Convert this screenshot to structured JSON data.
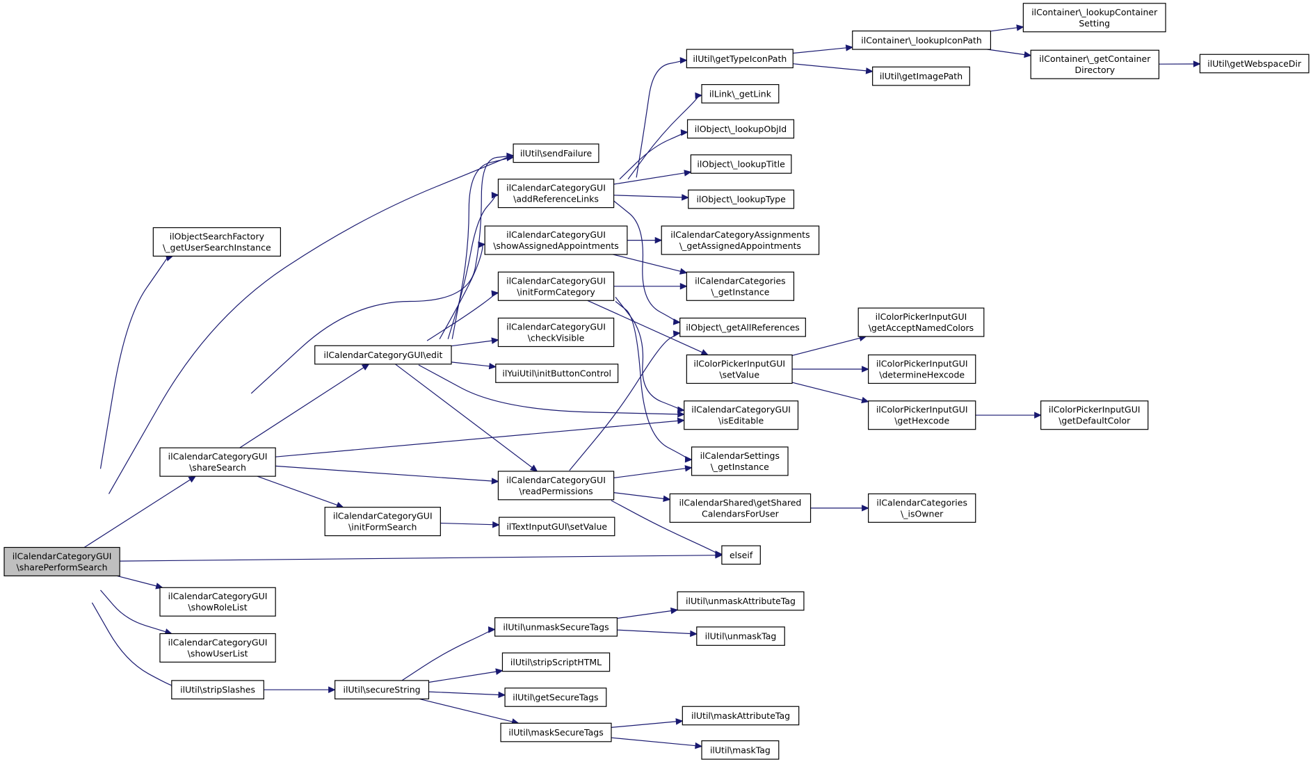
{
  "graph": {
    "nodes": [
      {
        "id": "root",
        "lines": [
          "ilCalendarCategoryGUI",
          "\\sharePerformSearch"
        ]
      },
      {
        "id": "getUserSearchInstance",
        "lines": [
          "ilObjectSearchFactory",
          "\\_getUserSearchInstance"
        ]
      },
      {
        "id": "sendFailure",
        "lines": [
          "ilUtil\\sendFailure"
        ]
      },
      {
        "id": "shareSearch",
        "lines": [
          "ilCalendarCategoryGUI",
          "\\shareSearch"
        ]
      },
      {
        "id": "edit",
        "lines": [
          "ilCalendarCategoryGUI\\edit"
        ]
      },
      {
        "id": "addReferenceLinks",
        "lines": [
          "ilCalendarCategoryGUI",
          "\\addReferenceLinks"
        ]
      },
      {
        "id": "showAssignedAppointments",
        "lines": [
          "ilCalendarCategoryGUI",
          "\\showAssignedAppointments"
        ]
      },
      {
        "id": "initFormCategory",
        "lines": [
          "ilCalendarCategoryGUI",
          "\\initFormCategory"
        ]
      },
      {
        "id": "checkVisible",
        "lines": [
          "ilCalendarCategoryGUI",
          "\\checkVisible"
        ]
      },
      {
        "id": "initButtonControl",
        "lines": [
          "ilYuiUtil\\initButtonControl"
        ]
      },
      {
        "id": "readPermissions",
        "lines": [
          "ilCalendarCategoryGUI",
          "\\readPermissions"
        ]
      },
      {
        "id": "initFormSearch",
        "lines": [
          "ilCalendarCategoryGUI",
          "\\initFormSearch"
        ]
      },
      {
        "id": "textSetValue",
        "lines": [
          "ilTextInputGUI\\setValue"
        ]
      },
      {
        "id": "elseif",
        "lines": [
          "elseif"
        ]
      },
      {
        "id": "showRoleList",
        "lines": [
          "ilCalendarCategoryGUI",
          "\\showRoleList"
        ]
      },
      {
        "id": "showUserList",
        "lines": [
          "ilCalendarCategoryGUI",
          "\\showUserList"
        ]
      },
      {
        "id": "stripSlashes",
        "lines": [
          "ilUtil\\stripSlashes"
        ]
      },
      {
        "id": "secureString",
        "lines": [
          "ilUtil\\secureString"
        ]
      },
      {
        "id": "unmaskSecureTags",
        "lines": [
          "ilUtil\\unmaskSecureTags"
        ]
      },
      {
        "id": "stripScriptHTML",
        "lines": [
          "ilUtil\\stripScriptHTML"
        ]
      },
      {
        "id": "getSecureTags",
        "lines": [
          "ilUtil\\getSecureTags"
        ]
      },
      {
        "id": "maskSecureTags",
        "lines": [
          "ilUtil\\maskSecureTags"
        ]
      },
      {
        "id": "unmaskAttributeTag",
        "lines": [
          "ilUtil\\unmaskAttributeTag"
        ]
      },
      {
        "id": "unmaskTag",
        "lines": [
          "ilUtil\\unmaskTag"
        ]
      },
      {
        "id": "maskAttributeTag",
        "lines": [
          "ilUtil\\maskAttributeTag"
        ]
      },
      {
        "id": "maskTag",
        "lines": [
          "ilUtil\\maskTag"
        ]
      },
      {
        "id": "getTypeIconPath",
        "lines": [
          "ilUtil\\getTypeIconPath"
        ]
      },
      {
        "id": "getLink",
        "lines": [
          "ilLink\\_getLink"
        ]
      },
      {
        "id": "lookupObjId",
        "lines": [
          "ilObject\\_lookupObjId"
        ]
      },
      {
        "id": "lookupTitle",
        "lines": [
          "ilObject\\_lookupTitle"
        ]
      },
      {
        "id": "lookupType",
        "lines": [
          "ilObject\\_lookupType"
        ]
      },
      {
        "id": "getAssignedAppointments",
        "lines": [
          "ilCalendarCategoryAssignments",
          "\\_getAssignedAppointments"
        ]
      },
      {
        "id": "categoriesGetInstance",
        "lines": [
          "ilCalendarCategories",
          "\\_getInstance"
        ]
      },
      {
        "id": "getAllReferences",
        "lines": [
          "ilObject\\_getAllReferences"
        ]
      },
      {
        "id": "colorSetValue",
        "lines": [
          "ilColorPickerInputGUI",
          "\\setValue"
        ]
      },
      {
        "id": "isEditable",
        "lines": [
          "ilCalendarCategoryGUI",
          "\\isEditable"
        ]
      },
      {
        "id": "settingsGetInstance",
        "lines": [
          "ilCalendarSettings",
          "\\_getInstance"
        ]
      },
      {
        "id": "getSharedCalendarsForUser",
        "lines": [
          "ilCalendarShared\\getShared",
          "CalendarsForUser"
        ]
      },
      {
        "id": "lookupIconPath",
        "lines": [
          "ilContainer\\_lookupIconPath"
        ]
      },
      {
        "id": "getImagePath",
        "lines": [
          "ilUtil\\getImagePath"
        ]
      },
      {
        "id": "lookupContainerSetting",
        "lines": [
          "ilContainer\\_lookupContainer",
          "Setting"
        ]
      },
      {
        "id": "getContainerDirectory",
        "lines": [
          "ilContainer\\_getContainer",
          "Directory"
        ]
      },
      {
        "id": "getWebspaceDir",
        "lines": [
          "ilUtil\\getWebspaceDir"
        ]
      },
      {
        "id": "getAcceptNamedColors",
        "lines": [
          "ilColorPickerInputGUI",
          "\\getAcceptNamedColors"
        ]
      },
      {
        "id": "determineHexcode",
        "lines": [
          "ilColorPickerInputGUI",
          "\\determineHexcode"
        ]
      },
      {
        "id": "getHexcode",
        "lines": [
          "ilColorPickerInputGUI",
          "\\getHexcode"
        ]
      },
      {
        "id": "getDefaultColor",
        "lines": [
          "ilColorPickerInputGUI",
          "\\getDefaultColor"
        ]
      },
      {
        "id": "isOwner",
        "lines": [
          "ilCalendarCategories",
          "\\_isOwner"
        ]
      }
    ],
    "edges": [
      [
        "root",
        "getUserSearchInstance"
      ],
      [
        "root",
        "sendFailure"
      ],
      [
        "root",
        "shareSearch"
      ],
      [
        "root",
        "elseif"
      ],
      [
        "root",
        "showRoleList"
      ],
      [
        "root",
        "showUserList"
      ],
      [
        "root",
        "stripSlashes"
      ],
      [
        "shareSearch",
        "sendFailure"
      ],
      [
        "shareSearch",
        "edit"
      ],
      [
        "shareSearch",
        "isEditable"
      ],
      [
        "shareSearch",
        "readPermissions"
      ],
      [
        "shareSearch",
        "initFormSearch"
      ],
      [
        "edit",
        "sendFailure"
      ],
      [
        "edit",
        "addReferenceLinks"
      ],
      [
        "edit",
        "showAssignedAppointments"
      ],
      [
        "edit",
        "initFormCategory"
      ],
      [
        "edit",
        "checkVisible"
      ],
      [
        "edit",
        "initButtonControl"
      ],
      [
        "edit",
        "isEditable"
      ],
      [
        "edit",
        "readPermissions"
      ],
      [
        "addReferenceLinks",
        "getTypeIconPath"
      ],
      [
        "addReferenceLinks",
        "getLink"
      ],
      [
        "addReferenceLinks",
        "lookupObjId"
      ],
      [
        "addReferenceLinks",
        "lookupTitle"
      ],
      [
        "addReferenceLinks",
        "lookupType"
      ],
      [
        "addReferenceLinks",
        "getAllReferences"
      ],
      [
        "showAssignedAppointments",
        "getAssignedAppointments"
      ],
      [
        "showAssignedAppointments",
        "categoriesGetInstance"
      ],
      [
        "initFormCategory",
        "categoriesGetInstance"
      ],
      [
        "initFormCategory",
        "colorSetValue"
      ],
      [
        "initFormCategory",
        "isEditable"
      ],
      [
        "initFormCategory",
        "settingsGetInstance"
      ],
      [
        "readPermissions",
        "getAllReferences"
      ],
      [
        "readPermissions",
        "settingsGetInstance"
      ],
      [
        "readPermissions",
        "getSharedCalendarsForUser"
      ],
      [
        "readPermissions",
        "elseif"
      ],
      [
        "initFormSearch",
        "textSetValue"
      ],
      [
        "stripSlashes",
        "secureString"
      ],
      [
        "secureString",
        "unmaskSecureTags"
      ],
      [
        "secureString",
        "stripScriptHTML"
      ],
      [
        "secureString",
        "getSecureTags"
      ],
      [
        "secureString",
        "maskSecureTags"
      ],
      [
        "unmaskSecureTags",
        "unmaskAttributeTag"
      ],
      [
        "unmaskSecureTags",
        "unmaskTag"
      ],
      [
        "maskSecureTags",
        "maskAttributeTag"
      ],
      [
        "maskSecureTags",
        "maskTag"
      ],
      [
        "getTypeIconPath",
        "lookupIconPath"
      ],
      [
        "getTypeIconPath",
        "getImagePath"
      ],
      [
        "lookupIconPath",
        "lookupContainerSetting"
      ],
      [
        "lookupIconPath",
        "getContainerDirectory"
      ],
      [
        "getContainerDirectory",
        "getWebspaceDir"
      ],
      [
        "colorSetValue",
        "getAcceptNamedColors"
      ],
      [
        "colorSetValue",
        "determineHexcode"
      ],
      [
        "colorSetValue",
        "getHexcode"
      ],
      [
        "getHexcode",
        "getDefaultColor"
      ],
      [
        "getSharedCalendarsForUser",
        "isOwner"
      ]
    ]
  }
}
